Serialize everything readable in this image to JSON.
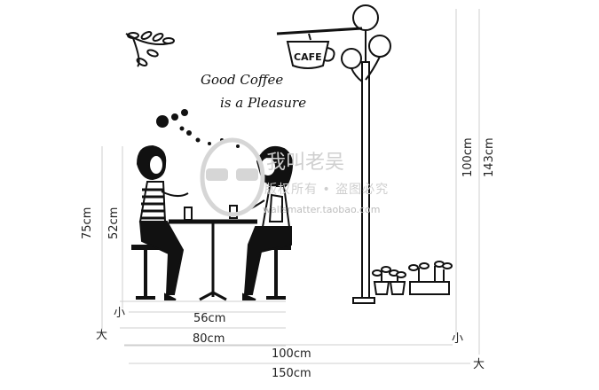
{
  "slogan": {
    "line1": "Good Coffee",
    "line2": "is a Pleasure"
  },
  "sign": {
    "text": "CAFE"
  },
  "watermark": {
    "title": "我叫老吴",
    "subtitle": "版权所有 • 盗图必究",
    "url": "wallsmatter.taobao.com"
  },
  "dimensions": {
    "small_mark": "小",
    "large_mark": "大",
    "width_56": "56cm",
    "width_80": "80cm",
    "width_100": "100cm",
    "width_150": "150cm",
    "height_75": "75cm",
    "height_52": "52cm",
    "height_100": "100cm",
    "height_143": "143cm"
  },
  "colors": {
    "ink": "#111111",
    "dim_line": "#cfcfcf",
    "watermark": "#cfcfcf"
  }
}
